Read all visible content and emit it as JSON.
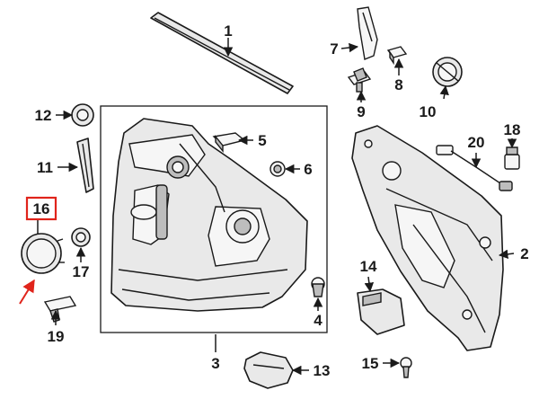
{
  "callouts": [
    {
      "id": "1",
      "label": "1"
    },
    {
      "id": "2",
      "label": "2"
    },
    {
      "id": "3",
      "label": "3"
    },
    {
      "id": "4",
      "label": "4"
    },
    {
      "id": "5",
      "label": "5"
    },
    {
      "id": "6",
      "label": "6"
    },
    {
      "id": "7",
      "label": "7"
    },
    {
      "id": "8",
      "label": "8"
    },
    {
      "id": "9",
      "label": "9"
    },
    {
      "id": "10",
      "label": "10"
    },
    {
      "id": "11",
      "label": "11"
    },
    {
      "id": "12",
      "label": "12"
    },
    {
      "id": "13",
      "label": "13"
    },
    {
      "id": "14",
      "label": "14"
    },
    {
      "id": "15",
      "label": "15"
    },
    {
      "id": "16",
      "label": "16"
    },
    {
      "id": "17",
      "label": "17"
    },
    {
      "id": "18",
      "label": "18"
    },
    {
      "id": "19",
      "label": "19"
    },
    {
      "id": "20",
      "label": "20"
    }
  ],
  "highlight": {
    "label": "16",
    "color": "#e0241b"
  }
}
